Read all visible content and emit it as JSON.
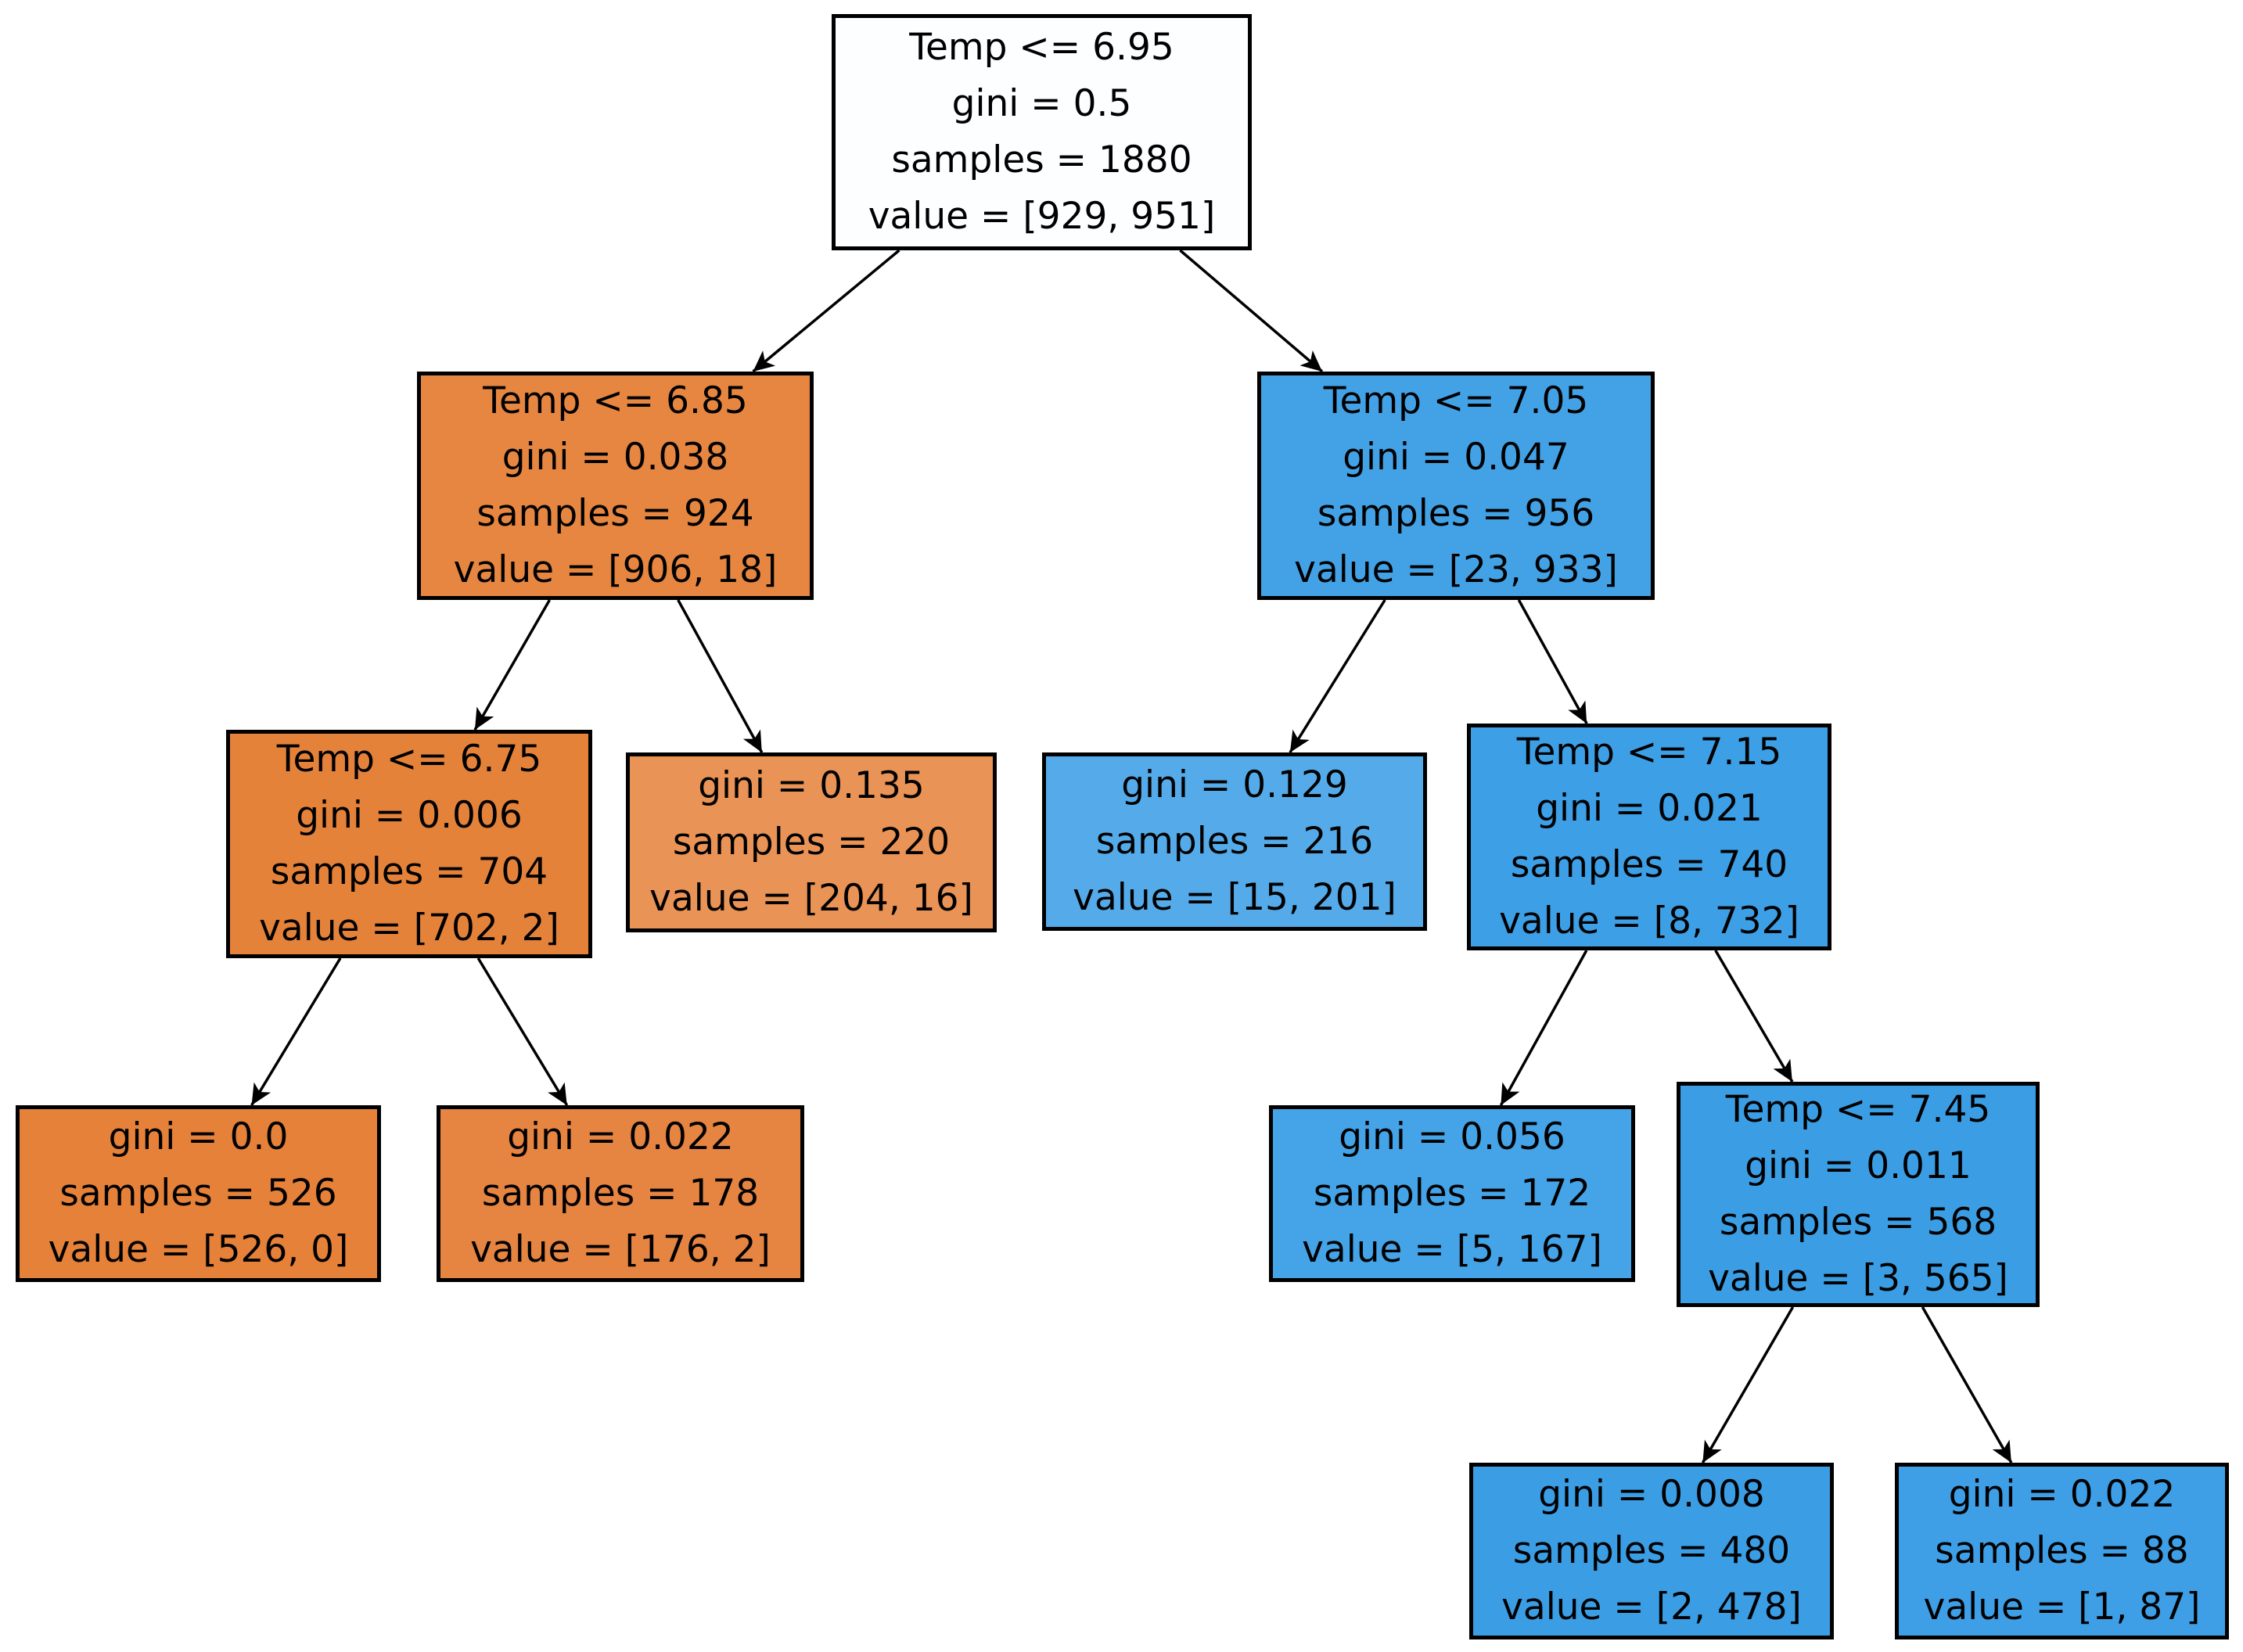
{
  "diagram": {
    "type": "decision-tree",
    "split_feature": "Temp",
    "impurity_metric": "gini"
  },
  "palette": {
    "class0_color": "#e58139",
    "class1_color": "#399de5",
    "root_color": "#fdfeff",
    "border_color": "#000000",
    "edge_color": "#000000",
    "text_color": "#000000",
    "background": "#ffffff"
  },
  "tree": {
    "nodes": [
      {
        "id": "n0",
        "parent": null,
        "condition": "Temp <= 6.95",
        "gini": "gini = 0.5",
        "samples": "samples = 1880",
        "value": "value = [929, 951]",
        "fill": "#fdfeff"
      },
      {
        "id": "n1",
        "parent": "n0",
        "condition": "Temp <= 6.85",
        "gini": "gini = 0.038",
        "samples": "samples = 924",
        "value": "value = [906, 18]",
        "fill": "#e68641"
      },
      {
        "id": "n2",
        "parent": "n0",
        "condition": "Temp <= 7.05",
        "gini": "gini = 0.047",
        "samples": "samples = 956",
        "value": "value = [23, 933]",
        "fill": "#43a2e6"
      },
      {
        "id": "n3",
        "parent": "n1",
        "condition": "Temp <= 6.75",
        "gini": "gini = 0.006",
        "samples": "samples = 704",
        "value": "value = [702, 2]",
        "fill": "#e5823a"
      },
      {
        "id": "n4",
        "parent": "n1",
        "gini": "gini = 0.135",
        "samples": "samples = 220",
        "value": "value = [204, 16]",
        "fill": "#e99356"
      },
      {
        "id": "n5",
        "parent": "n2",
        "gini": "gini = 0.129",
        "samples": "samples = 216",
        "value": "value = [15, 201]",
        "fill": "#55abe9"
      },
      {
        "id": "n6",
        "parent": "n2",
        "condition": "Temp <= 7.15",
        "gini": "gini = 0.021",
        "samples": "samples = 740",
        "value": "value = [8, 732]",
        "fill": "#3d9fe6"
      },
      {
        "id": "n7",
        "parent": "n3",
        "gini": "gini = 0.0",
        "samples": "samples = 526",
        "value": "value = [526, 0]",
        "fill": "#e58139"
      },
      {
        "id": "n8",
        "parent": "n3",
        "gini": "gini = 0.022",
        "samples": "samples = 178",
        "value": "value = [176, 2]",
        "fill": "#e68442"
      },
      {
        "id": "n9",
        "parent": "n6",
        "gini": "gini = 0.056",
        "samples": "samples = 172",
        "value": "value = [5, 167]",
        "fill": "#45a3e7"
      },
      {
        "id": "n10",
        "parent": "n6",
        "condition": "Temp <= 7.45",
        "gini": "gini = 0.011",
        "samples": "samples = 568",
        "value": "value = [3, 565]",
        "fill": "#3b9ee5"
      },
      {
        "id": "n11",
        "parent": "n10",
        "gini": "gini = 0.008",
        "samples": "samples = 480",
        "value": "value = [2, 478]",
        "fill": "#3b9ee5"
      },
      {
        "id": "n12",
        "parent": "n10",
        "gini": "gini = 0.022",
        "samples": "samples = 88",
        "value": "value = [1, 87]",
        "fill": "#3e9fe6"
      }
    ]
  }
}
